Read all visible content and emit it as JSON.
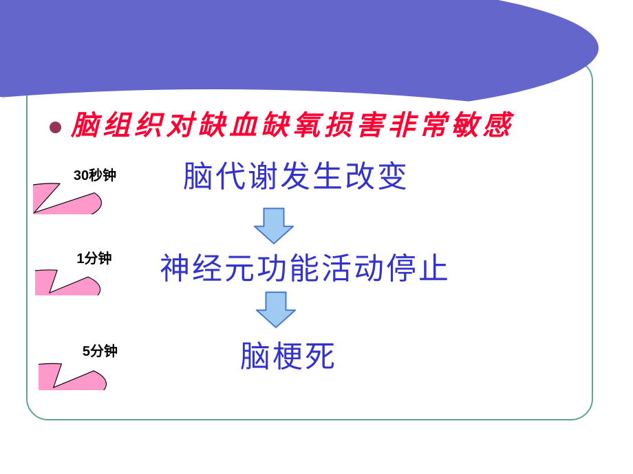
{
  "slide": {
    "bullet_line": {
      "text": "脑组织对缺血缺氧损害非常敏感"
    },
    "stages": [
      {
        "time": "30秒钟",
        "event": "脑代谢发生改变"
      },
      {
        "time": "1分钟",
        "event": "神经元功能活动停止"
      },
      {
        "time": "5分钟",
        "event": "脑梗死"
      }
    ],
    "icons": {
      "bullet": "circle-bullet",
      "connector": "down-arrow"
    },
    "colors": {
      "header_ellipse": "#6466CB",
      "frame_border": "#5EA394",
      "callout_fill": "#FF99CC",
      "callout_outline": "#000000",
      "bullet": "#993355",
      "title_text": "#FF0033",
      "body_text": "#3333CC",
      "arrow_fill": "#9FCBF2",
      "arrow_outline": "#4477CC"
    }
  }
}
